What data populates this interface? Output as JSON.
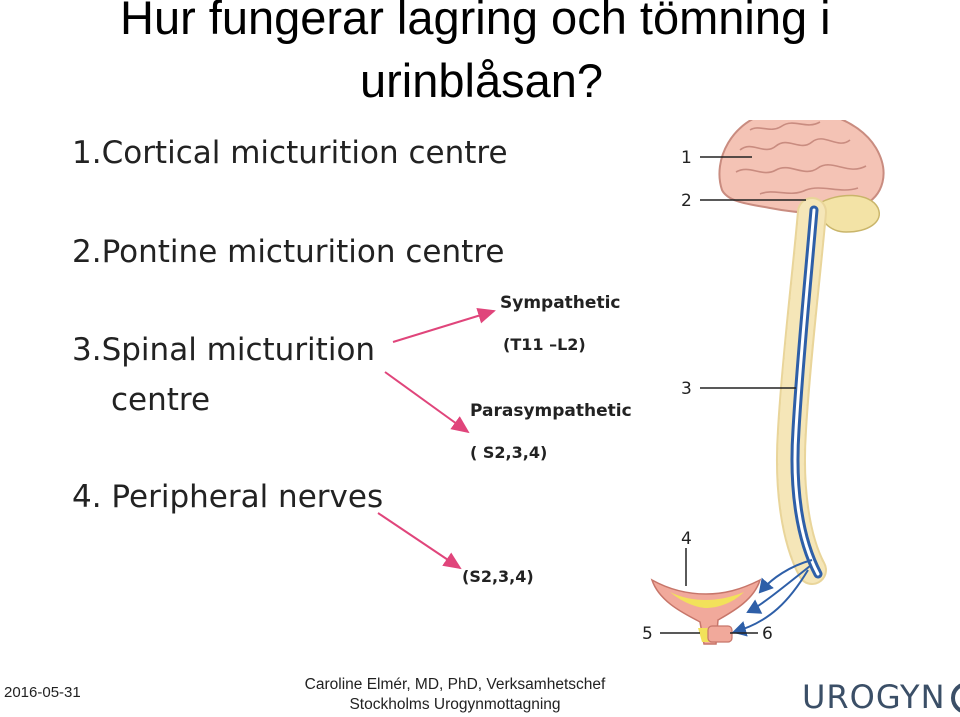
{
  "title": {
    "line1": "Hur fungerar lagring och tömning i",
    "line2": "urinblåsan?"
  },
  "items": [
    {
      "text": "1.Cortical micturition centre"
    },
    {
      "text": "2.Pontine micturition centre"
    },
    {
      "text": "3.Spinal micturition"
    },
    {
      "text": "centre"
    },
    {
      "text": "4. Peripheral nerves"
    }
  ],
  "nerve_labels": {
    "sympathetic": "Sympathetic",
    "sympathetic_segments": "(T11 –L2)",
    "parasympathetic": "Parasympathetic",
    "parasympathetic_segments": "( S2,3,4)",
    "peripheral_segments": "(S2,3,4)"
  },
  "figure_numbers": [
    "1",
    "2",
    "3",
    "4",
    "5",
    "6"
  ],
  "footer": {
    "date": "2016-05-31",
    "author": "Caroline Elmér, MD, PhD, Verksamhetschef",
    "organization": "Stockholms Urogynmottagning",
    "logo_text": "UROGYN"
  },
  "colors": {
    "arrow": "#e0457b",
    "brain": "#f4c3b5",
    "brainstem": "#f3e3a6",
    "vertebra": "#f5e6b8",
    "spinal_cord": "#2e5fa8",
    "bladder": "#f1a99b",
    "urine": "#f2e15a",
    "logo": "#3b4f67"
  }
}
